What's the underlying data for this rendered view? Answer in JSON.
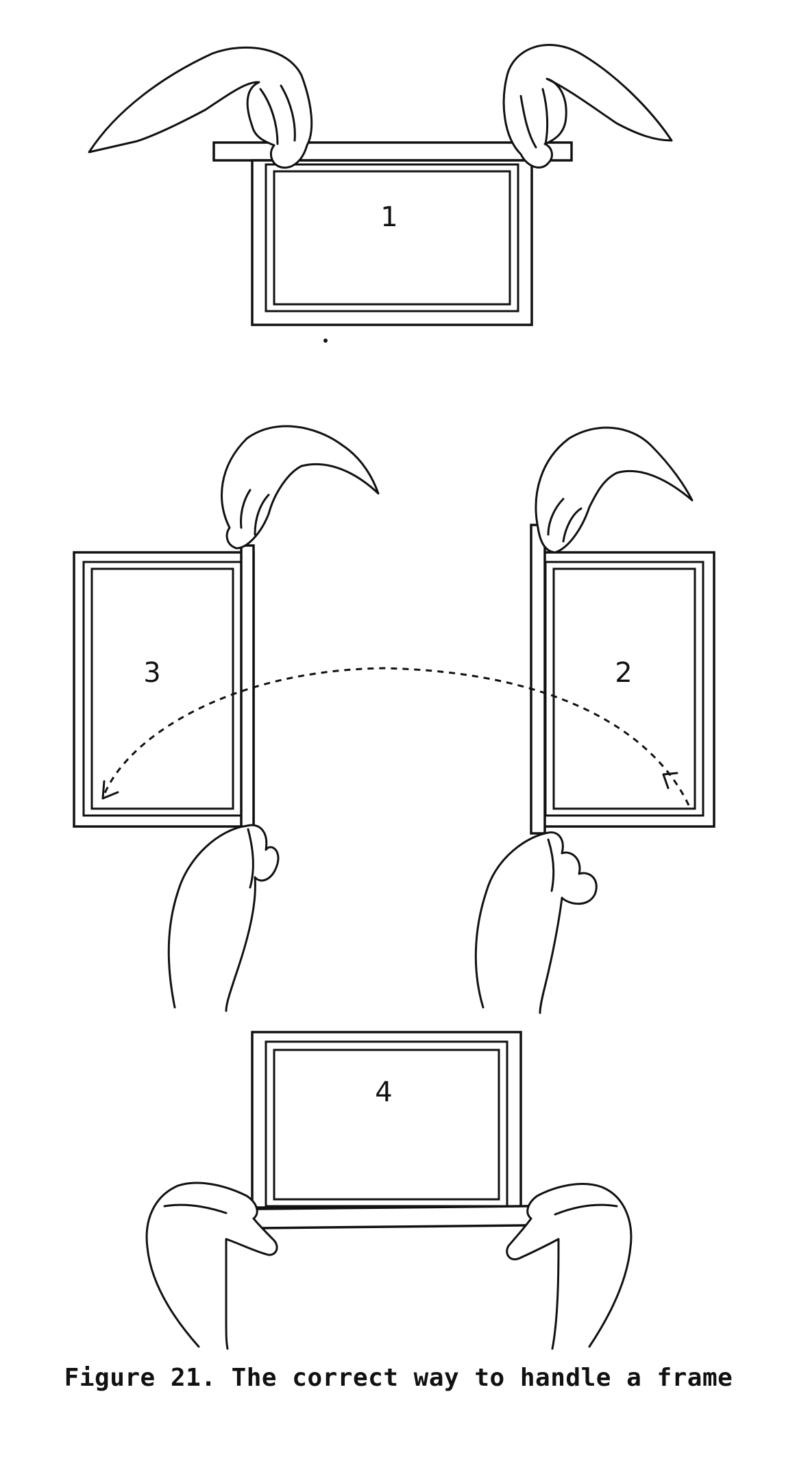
{
  "figure": {
    "caption": "Figure 21. The correct way to handle a frame",
    "steps": [
      {
        "label": "1"
      },
      {
        "label": "2"
      },
      {
        "label": "3"
      },
      {
        "label": "4"
      }
    ]
  },
  "icons": [
    "hand-icon",
    "frame-icon",
    "dashed-arc-arrow-icon"
  ]
}
